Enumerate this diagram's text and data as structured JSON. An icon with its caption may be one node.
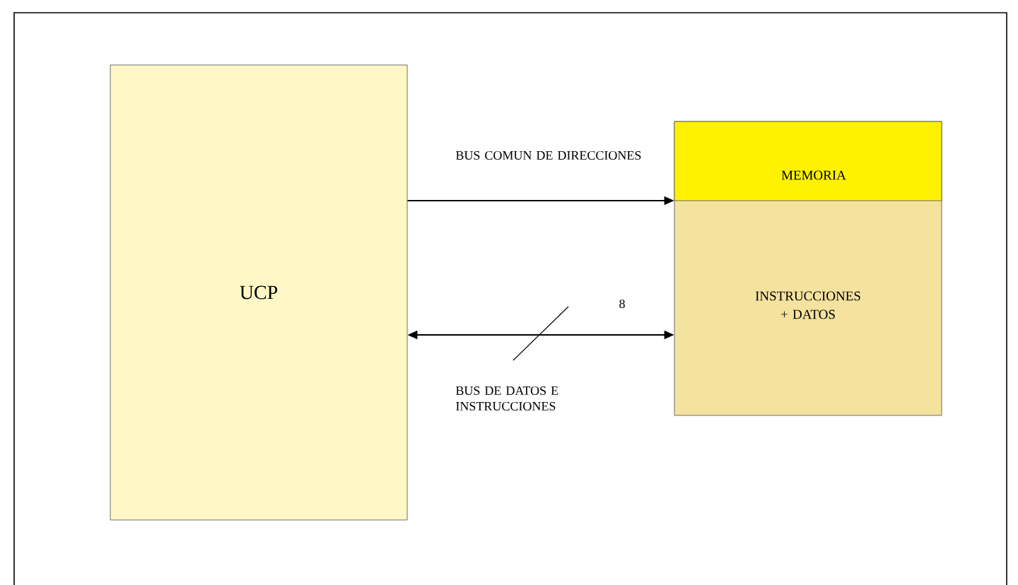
{
  "diagram": {
    "nodes": [
      {
        "text": [
          "UCP"
        ]
      },
      {
        "text": [
          "MEMORIA",
          "INSTRUCCIONES + DATOS"
        ]
      }
    ],
    "edges": [
      {
        "from": 0,
        "to": 1,
        "arrow": "to",
        "label": "BUS COMUN DE DIRECCIONES"
      },
      {
        "from": 0,
        "to": 1,
        "arrow": "both",
        "label": "BUS DE DATOS E INSTRUCCIONES"
      }
    ],
    "labels": [
      "8"
    ]
  }
}
